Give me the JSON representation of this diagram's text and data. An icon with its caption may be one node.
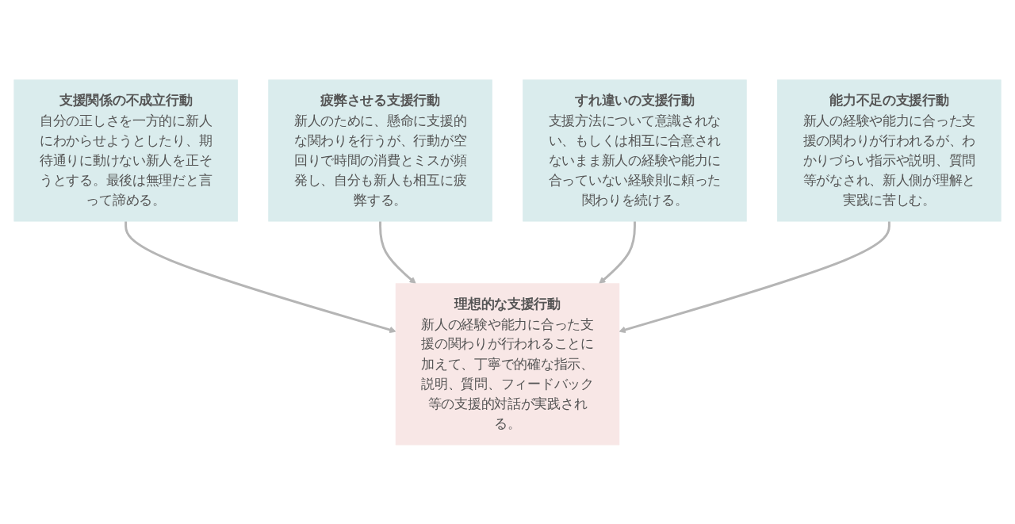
{
  "diagram": {
    "nodes": [
      {
        "text": [
          "支援関係の不成立行動",
          "自分の正しさを一方的に新人にわからせようとしたり、期待通りに動けない新人を正そうとする。最後は無理だと言って諦める。"
        ]
      },
      {
        "text": [
          "疲弊させる支援行動",
          "新人のために、懸命に支援的な関わりを行うが、行動が空回りで時間の消費とミスが頻発し、自分も新人も相互に疲弊する。"
        ]
      },
      {
        "text": [
          "すれ違いの支援行動",
          "支援方法について意識されない、もしくは相互に合意されないまま新人の経験や能力に合っていない経験則に頼った関わりを続ける。"
        ]
      },
      {
        "text": [
          "能力不足の支援行動",
          "新人の経験や能力に合った支援の関わりが行われるが、わかりづらい指示や説明、質問等がなされ、新人側が理解と実践に苦しむ。"
        ]
      },
      {
        "text": [
          "理想的な支援行動",
          "新人の経験や能力に合った支援の関わりが行われることに加えて、丁寧で的確な指示、説明、質問、フィードバック等の支援的対話が実践される。"
        ]
      }
    ],
    "edges": [
      {
        "from": 0,
        "to": 4,
        "arrow": "to"
      },
      {
        "from": 1,
        "to": 4,
        "arrow": "to"
      },
      {
        "from": 2,
        "to": 4,
        "arrow": "to"
      },
      {
        "from": 3,
        "to": 4,
        "arrow": "to"
      }
    ]
  }
}
